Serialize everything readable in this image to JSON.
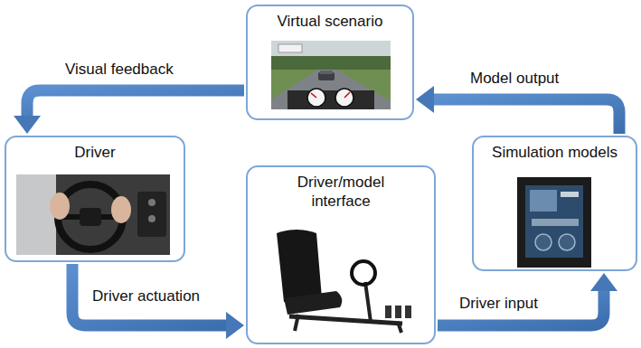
{
  "diagram": {
    "nodes": [
      {
        "text": [
          "Virtual scenario"
        ]
      },
      {
        "text": [
          "Driver"
        ]
      },
      {
        "text": [
          "Simulation models"
        ]
      },
      {
        "text": [
          "Driver/model interface"
        ]
      }
    ],
    "edges": [
      {
        "from": 0,
        "to": 1,
        "arrow": "to",
        "label": "Visual feedback"
      },
      {
        "from": 1,
        "to": 3,
        "arrow": "to",
        "label": "Driver actuation"
      },
      {
        "from": 3,
        "to": 2,
        "arrow": "to",
        "label": "Driver input"
      },
      {
        "from": 2,
        "to": 0,
        "arrow": "to",
        "label": "Model output"
      }
    ]
  }
}
